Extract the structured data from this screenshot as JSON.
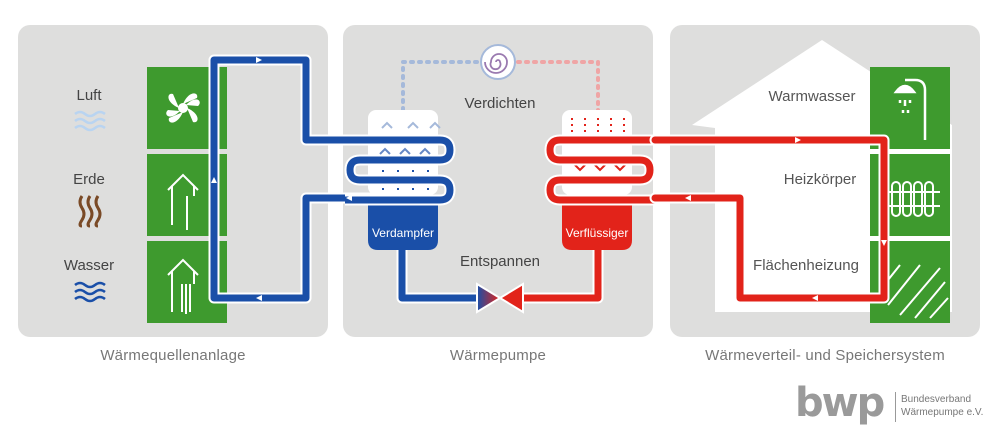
{
  "sources": {
    "luft": "Luft",
    "erde": "Erde",
    "wasser": "Wasser"
  },
  "pump": {
    "compress": "Verdichten",
    "expand": "Entspannen",
    "evaporator": "Verdampfer",
    "condenser": "Verflüssiger"
  },
  "house": {
    "hot_water": "Warmwasser",
    "radiator": "Heizkörper",
    "floor_heating": "Flächenheizung"
  },
  "captions": {
    "left": "Wärmequellenanlage",
    "middle": "Wärmepumpe",
    "right": "Wärmeverteil- und Speichersystem"
  },
  "logo": {
    "word": "bwp",
    "line1": "Bundesverband",
    "line2": "Wärmepumpe e.V."
  },
  "colors": {
    "blue": "#1a4fa8",
    "red": "#e2231a",
    "green": "#3e9a2e",
    "panel": "#dededd"
  }
}
